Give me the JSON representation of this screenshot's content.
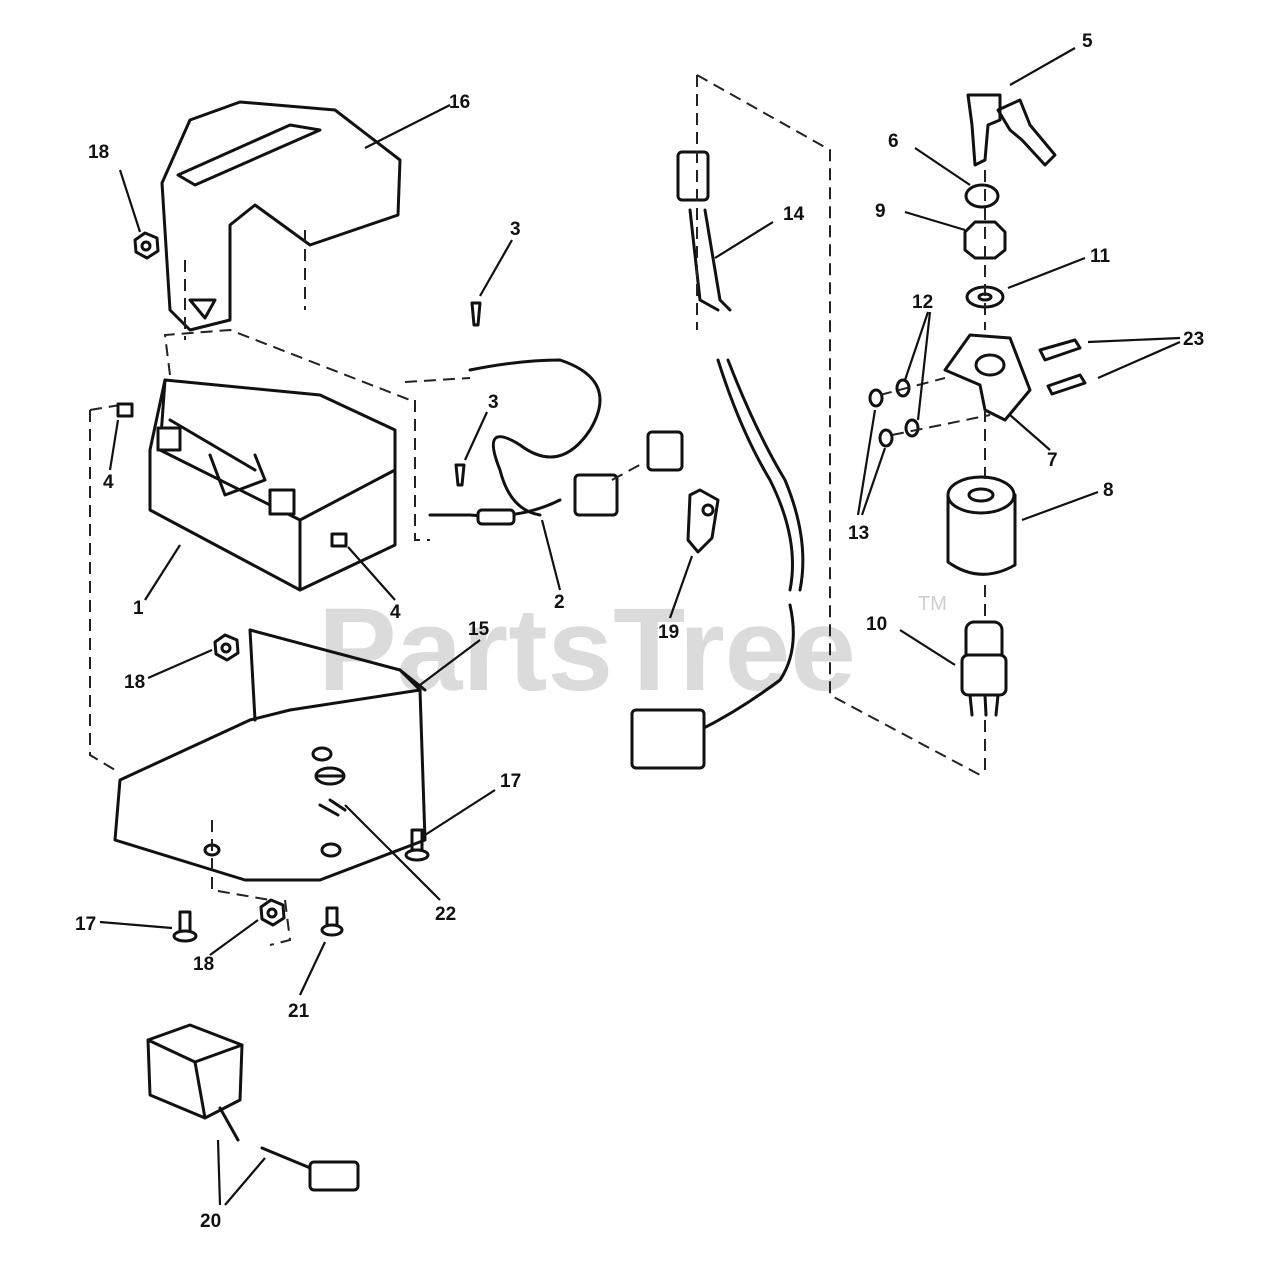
{
  "watermark": {
    "text": "PartsTree",
    "trademark": "TM"
  },
  "callouts": [
    "1",
    "2",
    "3",
    "3",
    "4",
    "4",
    "5",
    "6",
    "7",
    "8",
    "9",
    "10",
    "11",
    "12",
    "13",
    "14",
    "15",
    "16",
    "17",
    "17",
    "18",
    "18",
    "18",
    "19",
    "20",
    "21",
    "22",
    "23"
  ],
  "parts": [
    {
      "id": "1"
    },
    {
      "id": "2"
    },
    {
      "id": "3"
    },
    {
      "id": "4"
    },
    {
      "id": "5"
    },
    {
      "id": "6"
    },
    {
      "id": "7"
    },
    {
      "id": "8"
    },
    {
      "id": "9"
    },
    {
      "id": "10"
    },
    {
      "id": "11"
    },
    {
      "id": "12"
    },
    {
      "id": "13"
    },
    {
      "id": "14"
    },
    {
      "id": "15"
    },
    {
      "id": "16"
    },
    {
      "id": "17"
    },
    {
      "id": "18"
    },
    {
      "id": "19"
    },
    {
      "id": "20"
    },
    {
      "id": "21"
    },
    {
      "id": "22"
    },
    {
      "id": "23"
    }
  ]
}
